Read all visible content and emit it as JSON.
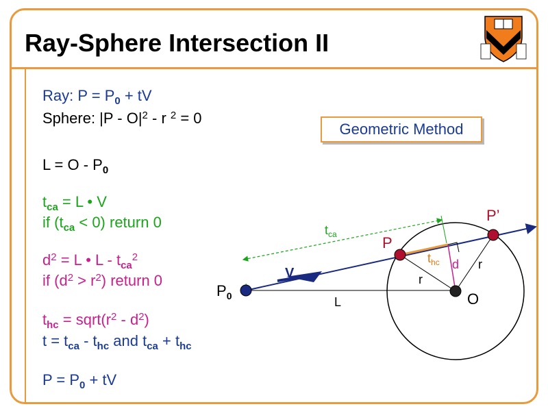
{
  "slide": {
    "title": "Ray-Sphere Intersection II",
    "method_box": "Geometric Method"
  },
  "colors": {
    "frame": "#e89a3c",
    "blue_text": "#1a3a96",
    "green_text": "#1aa51a",
    "magenta_text": "#c8208c",
    "point": "#b01030",
    "ray": "#1a2a80"
  },
  "equations": {
    "ray": {
      "a": "Ray: P = P",
      "s1": "0",
      "b": " + tV"
    },
    "sphere": {
      "a": "Sphere: |P - O|",
      "p1": "2",
      "b": " - r ",
      "p2": "2",
      "c": " = 0"
    },
    "L": {
      "a": "L = O - P",
      "s1": "0"
    },
    "tca": {
      "a": "t",
      "s1": "ca",
      "b": " = L • V"
    },
    "tca_test": {
      "a": "if (t",
      "s1": "ca",
      "b": " < 0) return 0"
    },
    "d2": {
      "a": "d",
      "p1": "2",
      "b": " = L • L - t",
      "s1": "ca",
      "p2": "2"
    },
    "d2_test": {
      "a": "if (d",
      "p1": "2",
      "b": " > r",
      "p2": "2",
      "c": ") return 0"
    },
    "thc": {
      "a": "t",
      "s1": "hc",
      "b": " = sqrt(r",
      "p1": "2",
      "c": " - d",
      "p2": "2",
      "d": ")"
    },
    "t": {
      "a": "t = t",
      "s1": "ca",
      "b": " - t",
      "s2": "hc",
      "c": "  and t",
      "s3": "ca",
      "d": " + t",
      "s4": "hc"
    },
    "P": {
      "a": "P = P",
      "s1": "0",
      "b": " + tV"
    }
  },
  "diagram": {
    "P0": {
      "a": "P",
      "s": "0"
    },
    "V": "V",
    "L": "L",
    "P": "P",
    "P_prime": "P’",
    "O": "O",
    "tca": {
      "a": "t",
      "s": "ca"
    },
    "thc": {
      "a": "t",
      "s": "hc"
    },
    "d": "d",
    "r_left": "r",
    "r_right": "r"
  },
  "logo": {
    "name": "princeton-shield-logo"
  }
}
